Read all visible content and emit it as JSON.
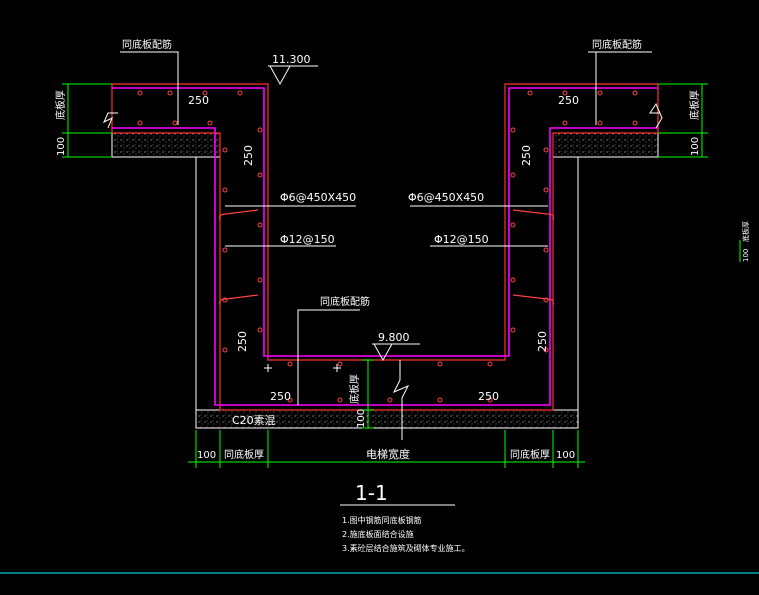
{
  "drawing": {
    "section_title": "1-1",
    "elevation_top": "11.300",
    "elevation_bottom": "9.800",
    "labels": {
      "rebar_note_left": "同底板配筋",
      "rebar_note_right": "同底板配筋",
      "rebar_note_center": "同底板配筋",
      "slab_thick_left": "底板厚",
      "slab_thick_right": "底板厚",
      "slab_thick_center": "底板厚",
      "slab_thick_far_right": "底板厚",
      "same_slab_thick_left": "同底板厚",
      "same_slab_thick_right": "同底板厚",
      "pit_width": "电梯宽度",
      "concrete": "C20素混",
      "stirrup_left": "Φ6@450X450",
      "stirrup_right": "Φ6@450X450",
      "bar_left": "Φ12@150",
      "bar_right": "Φ12@150"
    },
    "dims": {
      "d250_tl": "250",
      "d250_tr": "250",
      "d250_lw_top": "250",
      "d250_rw_top": "250",
      "d250_lw_bot": "250",
      "d250_rw_bot": "250",
      "d250_bl": "250",
      "d250_br": "250",
      "d100_left_v": "100",
      "d100_right_v": "100",
      "d100_center_v": "100",
      "d100_far_right_v": "100",
      "d100_bot_l": "100",
      "d100_bot_r": "100"
    },
    "notes": [
      "1.图中钢筋同底板钢筋",
      "2.施底板面结合设施",
      "3.素砼层结合施筑及砌体专业施工。"
    ],
    "colors": {
      "background": "#000000",
      "concrete_outline": "#ff3030",
      "reinforcement": "#ff00ff",
      "dimension": "#00ff00",
      "text": "#ffffff",
      "leader": "#ffffff",
      "frame_line": "#00ffff"
    }
  }
}
